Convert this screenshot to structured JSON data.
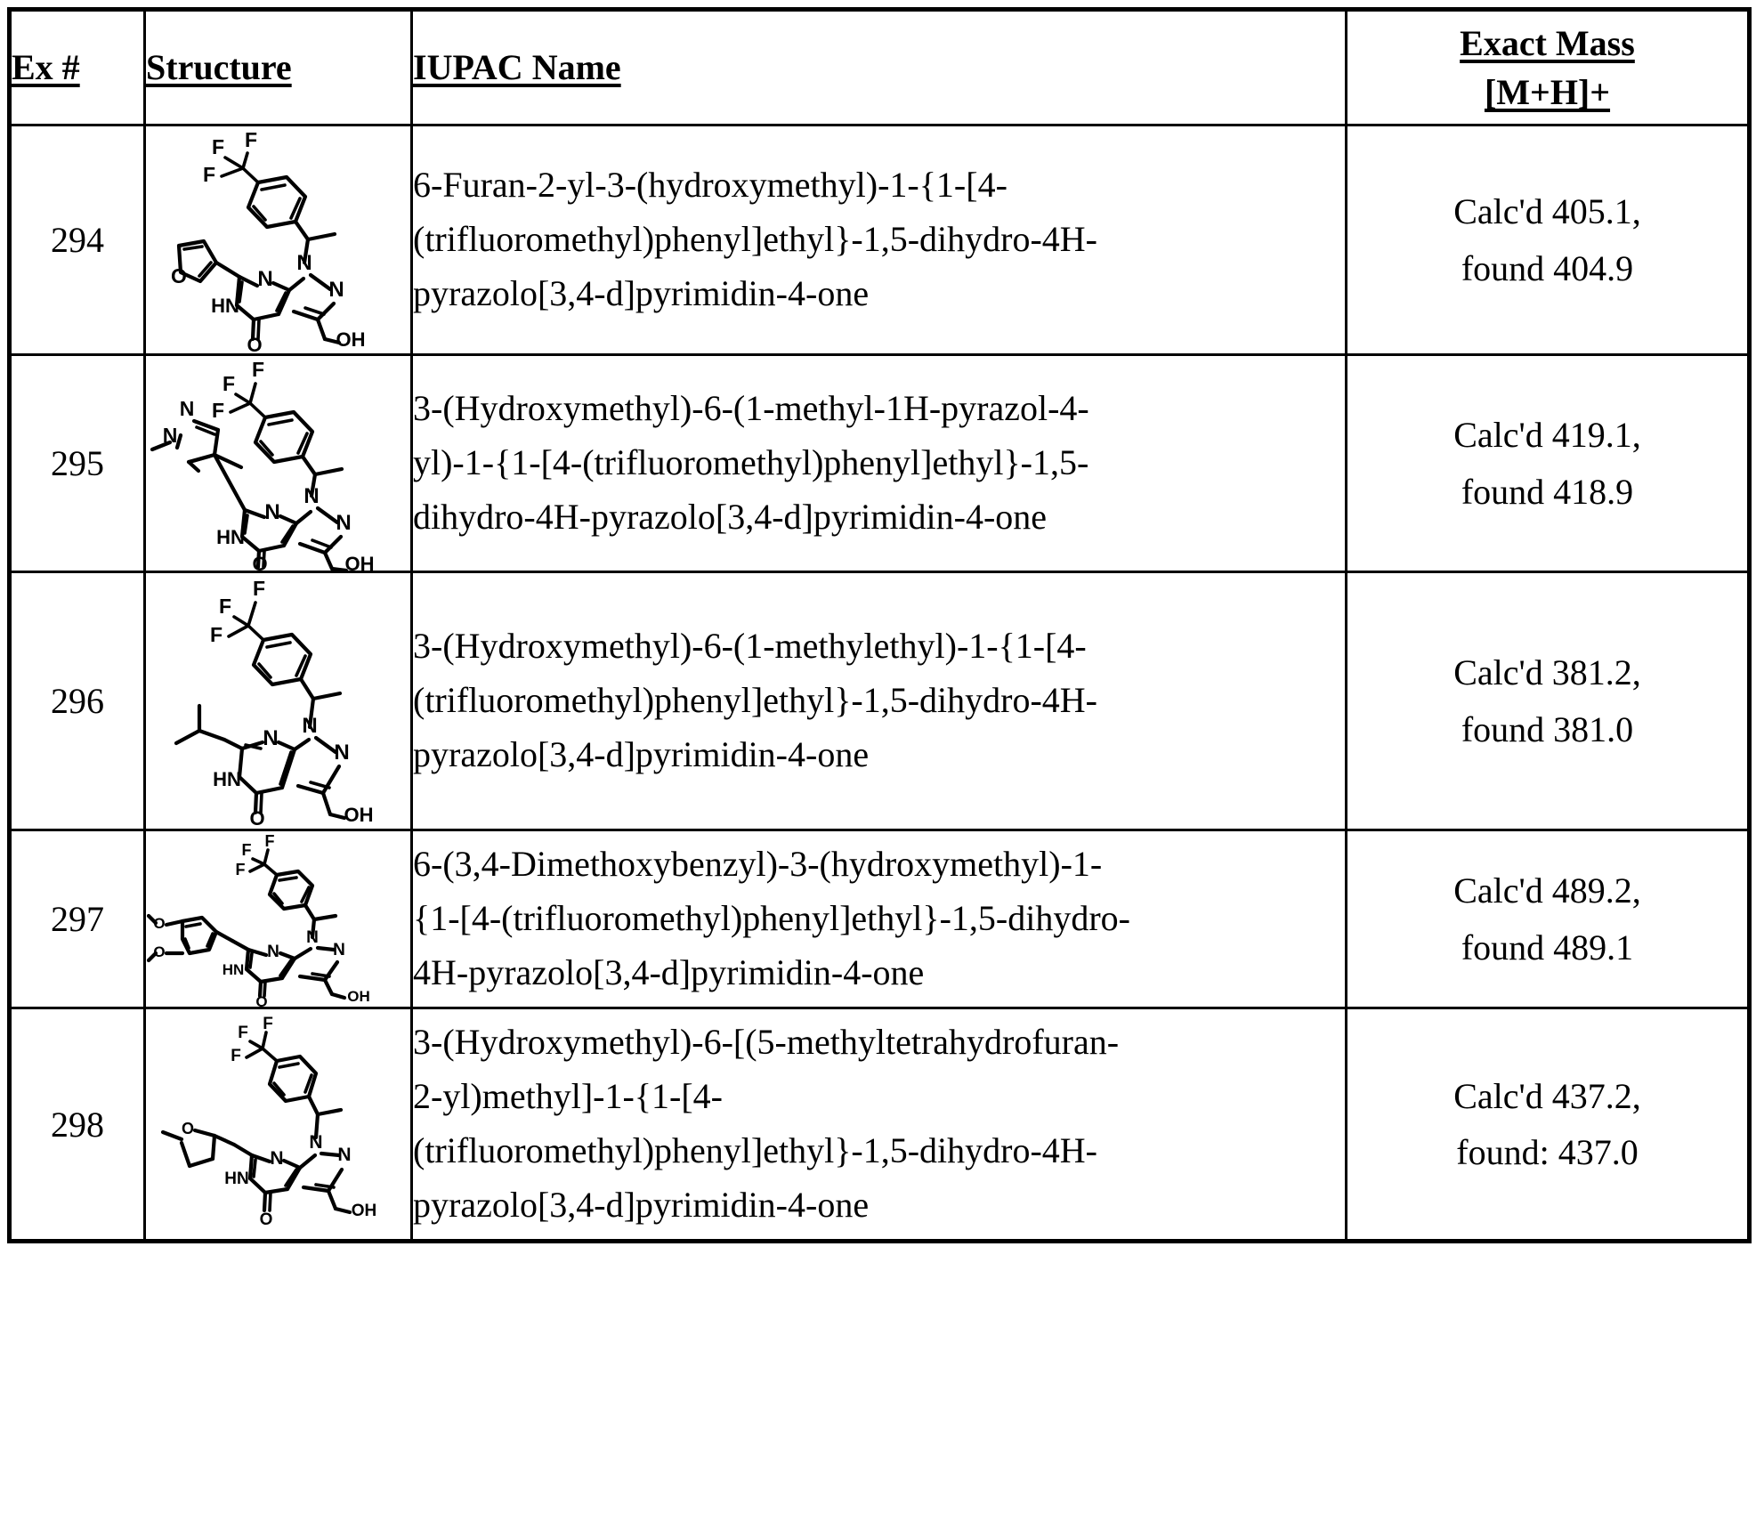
{
  "table": {
    "headers": {
      "ex": "Ex #",
      "structure": "Structure",
      "iupac": "IUPAC Name",
      "mass_line1": "Exact Mass",
      "mass_line2": "[M+H]+"
    },
    "rows": [
      {
        "ex": "294",
        "structure_alt": "6-furan-2-yl pyrazolo[3,4-d]pyrimidin-4-one with 1-[4-(trifluoromethyl)phenyl]ethyl and hydroxymethyl substituents",
        "iupac_lines": [
          "6-Furan-2-yl-3-(hydroxymethyl)-1-{1-[4-",
          "(trifluoromethyl)phenyl]ethyl}-1,5-dihydro-4H-",
          "pyrazolo[3,4-d]pyrimidin-4-one"
        ],
        "iupac": "6-Furan-2-yl-3-(hydroxymethyl)-1-{1-[4-(trifluoromethyl)phenyl]ethyl}-1,5-dihydro-4H-pyrazolo[3,4-d]pyrimidin-4-one",
        "mass_calcd": "Calc'd 405.1,",
        "mass_found": "found 404.9"
      },
      {
        "ex": "295",
        "structure_alt": "6-(1-methyl-1H-pyrazol-4-yl) pyrazolo[3,4-d]pyrimidin-4-one with 1-[4-(trifluoromethyl)phenyl]ethyl and hydroxymethyl substituents",
        "iupac_lines": [
          "3-(Hydroxymethyl)-6-(1-methyl-1H-pyrazol-4-",
          "yl)-1-{1-[4-(trifluoromethyl)phenyl]ethyl}-1,5-",
          "dihydro-4H-pyrazolo[3,4-d]pyrimidin-4-one"
        ],
        "iupac": "3-(Hydroxymethyl)-6-(1-methyl-1H-pyrazol-4-yl)-1-{1-[4-(trifluoromethyl)phenyl]ethyl}-1,5-dihydro-4H-pyrazolo[3,4-d]pyrimidin-4-one",
        "mass_calcd": "Calc'd 419.1,",
        "mass_found": "found 418.9"
      },
      {
        "ex": "296",
        "structure_alt": "6-(1-methylethyl) pyrazolo[3,4-d]pyrimidin-4-one with 1-[4-(trifluoromethyl)phenyl]ethyl and hydroxymethyl substituents",
        "iupac_lines": [
          "3-(Hydroxymethyl)-6-(1-methylethyl)-1-{1-[4-",
          "(trifluoromethyl)phenyl]ethyl}-1,5-dihydro-4H-",
          "pyrazolo[3,4-d]pyrimidin-4-one"
        ],
        "iupac": "3-(Hydroxymethyl)-6-(1-methylethyl)-1-{1-[4-(trifluoromethyl)phenyl]ethyl}-1,5-dihydro-4H-pyrazolo[3,4-d]pyrimidin-4-one",
        "mass_calcd": "Calc'd 381.2,",
        "mass_found": "found 381.0"
      },
      {
        "ex": "297",
        "structure_alt": "6-(3,4-dimethoxybenzyl) pyrazolo[3,4-d]pyrimidin-4-one with 1-[4-(trifluoromethyl)phenyl]ethyl and hydroxymethyl substituents",
        "iupac_lines": [
          "6-(3,4-Dimethoxybenzyl)-3-(hydroxymethyl)-1-",
          "{1-[4-(trifluoromethyl)phenyl]ethyl}-1,5-dihydro-",
          "4H-pyrazolo[3,4-d]pyrimidin-4-one"
        ],
        "iupac": "6-(3,4-Dimethoxybenzyl)-3-(hydroxymethyl)-1-{1-[4-(trifluoromethyl)phenyl]ethyl}-1,5-dihydro-4H-pyrazolo[3,4-d]pyrimidin-4-one",
        "mass_calcd": "Calc'd 489.2,",
        "mass_found": "found 489.1"
      },
      {
        "ex": "298",
        "structure_alt": "6-[(5-methyltetrahydrofuran-2-yl)methyl] pyrazolo[3,4-d]pyrimidin-4-one with 1-[4-(trifluoromethyl)phenyl]ethyl and hydroxymethyl substituents",
        "iupac_lines": [
          "3-(Hydroxymethyl)-6-[(5-methyltetrahydrofuran-",
          "2-yl)methyl]-1-{1-[4-",
          "(trifluoromethyl)phenyl]ethyl}-1,5-dihydro-4H-",
          "pyrazolo[3,4-d]pyrimidin-4-one"
        ],
        "iupac": "3-(Hydroxymethyl)-6-[(5-methyltetrahydrofuran-2-yl)methyl]-1-{1-[4-(trifluoromethyl)phenyl]ethyl}-1,5-dihydro-4H-pyrazolo[3,4-d]pyrimidin-4-one",
        "mass_calcd": "Calc'd 437.2,",
        "mass_found": "found: 437.0"
      }
    ],
    "atom_labels": {
      "f": "F",
      "n": "N",
      "o": "O",
      "hn": "HN",
      "oh": "OH"
    }
  },
  "colors": {
    "ink": "#000000",
    "paper": "#ffffff"
  }
}
